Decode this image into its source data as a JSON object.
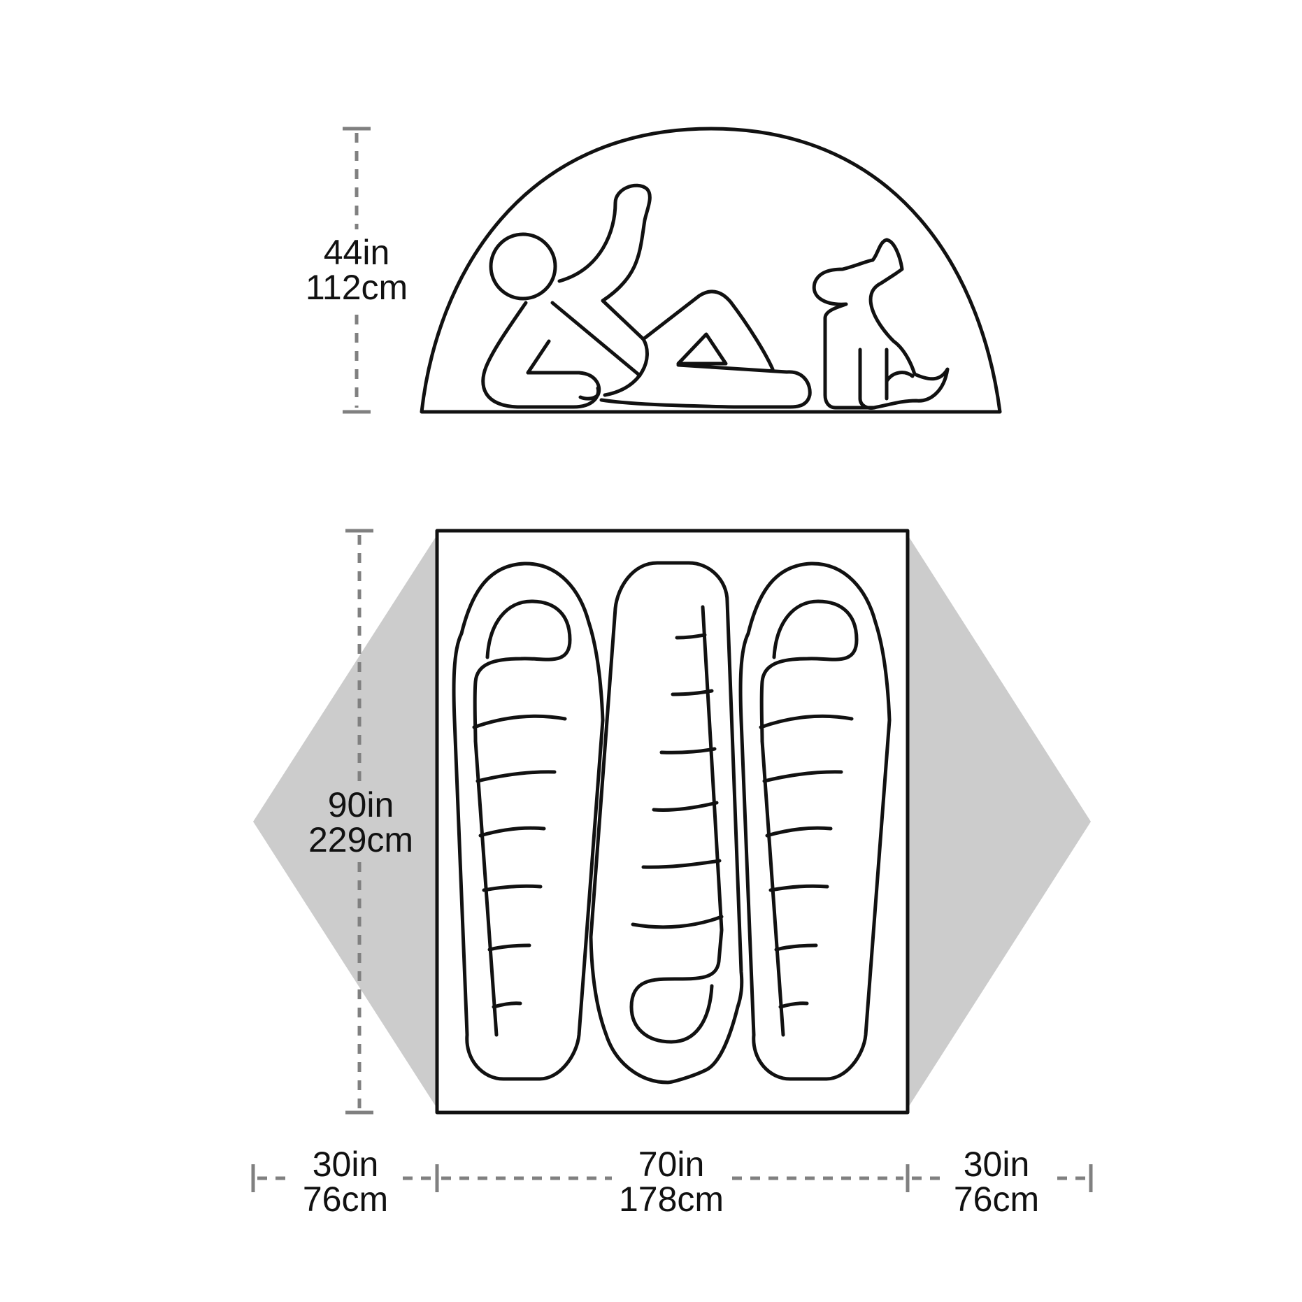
{
  "side_view": {
    "height_in": "44in",
    "height_cm": "112cm"
  },
  "floor_plan": {
    "length_in": "90in",
    "length_cm": "229cm"
  },
  "widths": {
    "left_vestibule_in": "30in",
    "left_vestibule_cm": "76cm",
    "floor_in": "70in",
    "floor_cm": "178cm",
    "right_vestibule_in": "30in",
    "right_vestibule_cm": "76cm"
  },
  "colors": {
    "outline": "#111111",
    "vestibule_fill": "#cccccc",
    "dimension_line": "#808080"
  },
  "icons": [
    "tent-profile-icon",
    "person-lying-icon",
    "dog-sitting-icon",
    "sleeping-bag-icon"
  ]
}
